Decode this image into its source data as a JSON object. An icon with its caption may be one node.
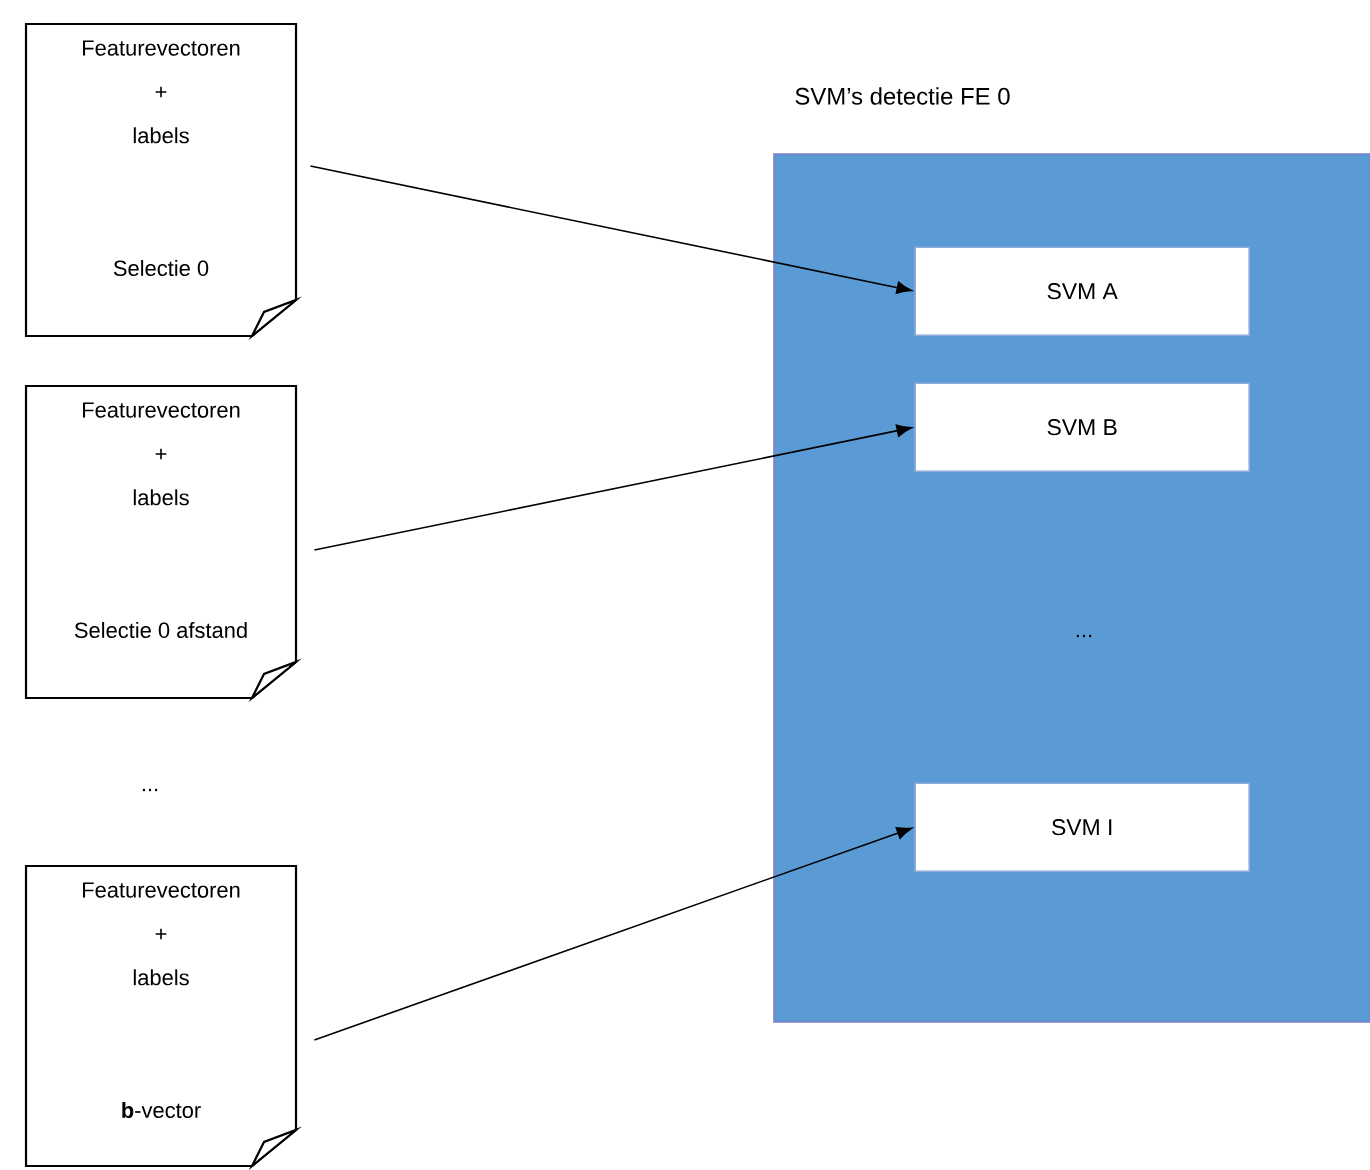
{
  "diagram": {
    "nodes": [
      {
        "text": [
          "Featurevectoren + labels",
          "Selectie 0"
        ]
      },
      {
        "text": [
          "Featurevectoren + labels",
          "Selectie 0 afstand"
        ]
      },
      {
        "text": [
          "Featurevectoren + labels",
          "**b**-vector"
        ]
      },
      {
        "text": [
          "SVM’s detectie FE 0"
        ]
      },
      {
        "text": [
          "SVM A"
        ],
        "in": 3
      },
      {
        "text": [
          "SVM B"
        ],
        "in": 3
      },
      {
        "text": [
          "SVM I"
        ],
        "in": 3
      }
    ],
    "edges": [
      {
        "from": 0,
        "to": 4,
        "arrow": "to"
      },
      {
        "from": 1,
        "to": 5,
        "arrow": "to"
      },
      {
        "from": 2,
        "to": 6,
        "arrow": "to"
      }
    ],
    "labels": [
      "...",
      "..."
    ]
  }
}
